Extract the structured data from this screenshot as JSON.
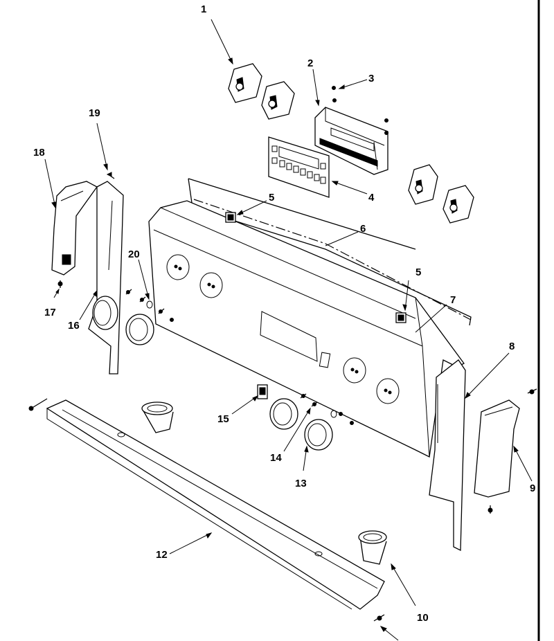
{
  "callouts": [
    {
      "id": "c1",
      "text": "1"
    },
    {
      "id": "c2",
      "text": "2"
    },
    {
      "id": "c3",
      "text": "3"
    },
    {
      "id": "c4",
      "text": "4"
    },
    {
      "id": "c5a",
      "text": "5"
    },
    {
      "id": "c5b",
      "text": "5"
    },
    {
      "id": "c6",
      "text": "6"
    },
    {
      "id": "c7",
      "text": "7"
    },
    {
      "id": "c8",
      "text": "8"
    },
    {
      "id": "c9",
      "text": "9"
    },
    {
      "id": "c10",
      "text": "10"
    },
    {
      "id": "c12",
      "text": "12"
    },
    {
      "id": "c13",
      "text": "13"
    },
    {
      "id": "c14",
      "text": "14"
    },
    {
      "id": "c15",
      "text": "15"
    },
    {
      "id": "c16",
      "text": "16"
    },
    {
      "id": "c17",
      "text": "17"
    },
    {
      "id": "c18",
      "text": "18"
    },
    {
      "id": "c19",
      "text": "19"
    },
    {
      "id": "c20",
      "text": "20"
    }
  ]
}
